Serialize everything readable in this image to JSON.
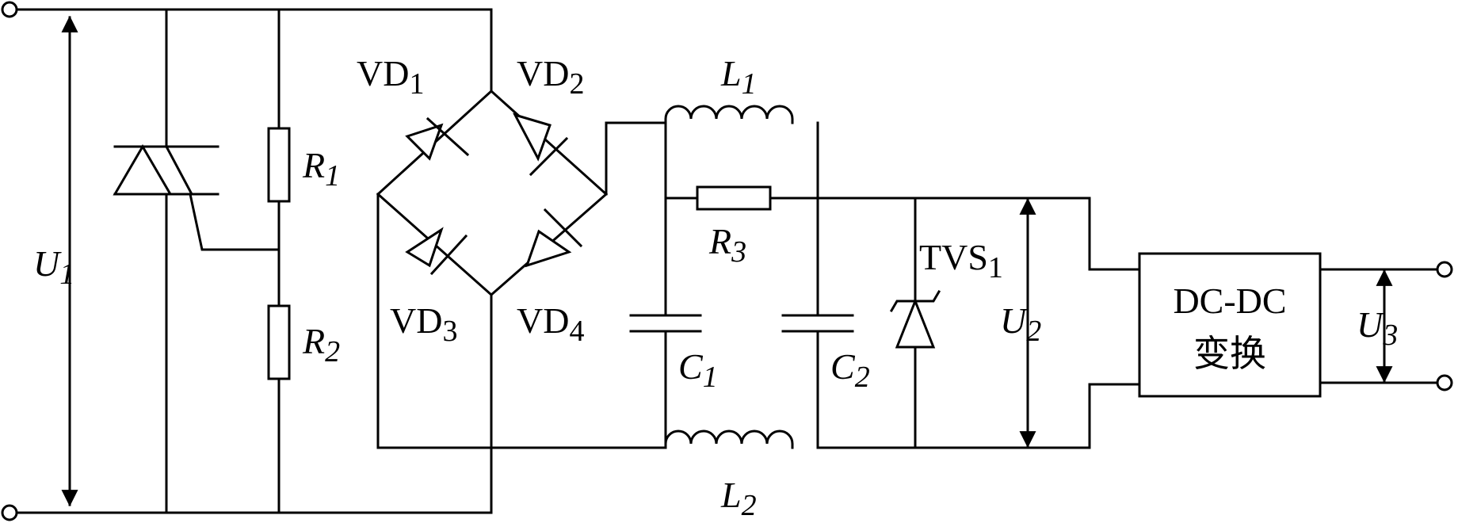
{
  "labels": {
    "U1": {
      "main": "U",
      "sub": "1"
    },
    "R1": {
      "main": "R",
      "sub": "1"
    },
    "R2": {
      "main": "R",
      "sub": "2"
    },
    "VD1": {
      "main": "VD",
      "sub": "1"
    },
    "VD2": {
      "main": "VD",
      "sub": "2"
    },
    "VD3": {
      "main": "VD",
      "sub": "3"
    },
    "VD4": {
      "main": "VD",
      "sub": "4"
    },
    "L1": {
      "main": "L",
      "sub": "1"
    },
    "L2": {
      "main": "L",
      "sub": "2"
    },
    "R3": {
      "main": "R",
      "sub": "3"
    },
    "C1": {
      "main": "C",
      "sub": "1"
    },
    "C2": {
      "main": "C",
      "sub": "2"
    },
    "TVS1": {
      "main": "TVS",
      "sub": "1"
    },
    "U2": {
      "main": "U",
      "sub": "2"
    },
    "U3": {
      "main": "U",
      "sub": "3"
    },
    "dcdc_line1": "DC-DC",
    "dcdc_line2": "变换"
  }
}
